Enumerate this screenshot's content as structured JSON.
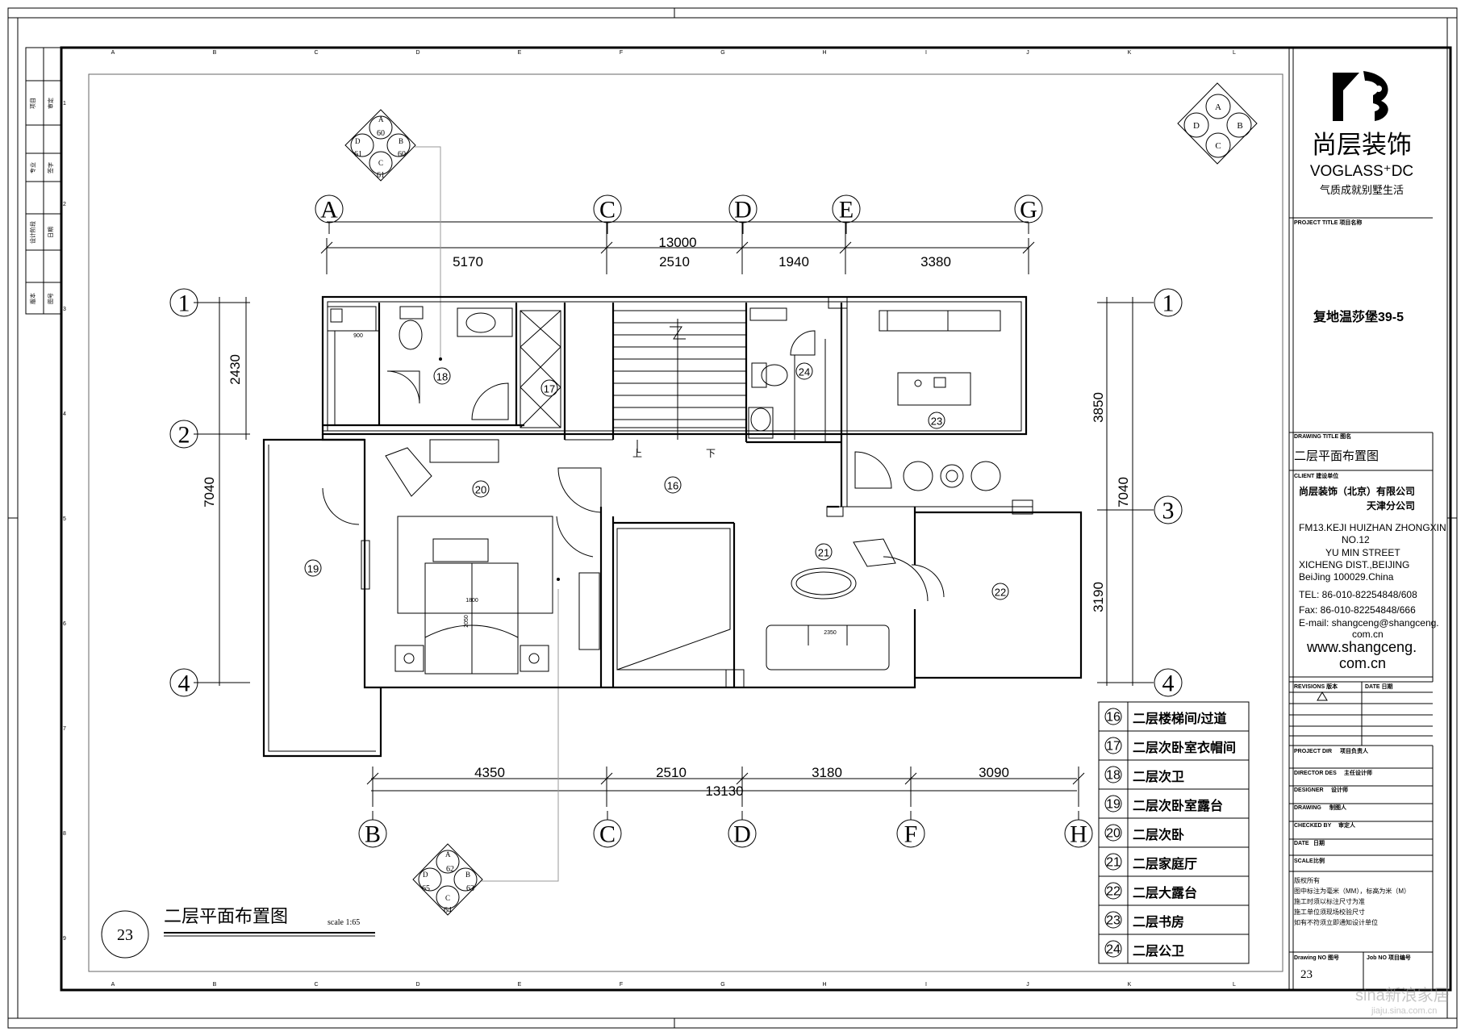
{
  "drawing": {
    "title": "二层平面布置图",
    "scale": "scale 1:65",
    "number": "23"
  },
  "grid": {
    "top_axes": [
      "A",
      "C",
      "D",
      "E",
      "G"
    ],
    "bottom_axes": [
      "B",
      "C",
      "D",
      "F",
      "H"
    ],
    "row_axes": [
      "1",
      "2",
      "3",
      "4"
    ],
    "border_cols": [
      "A",
      "B",
      "C",
      "D",
      "E",
      "F",
      "G",
      "H",
      "I",
      "J",
      "K",
      "L"
    ],
    "border_rows": [
      "1",
      "2",
      "3",
      "4",
      "5",
      "6",
      "7",
      "8",
      "9"
    ]
  },
  "dimensions": {
    "top_total": "13000",
    "top_segments": [
      "5170",
      "2510",
      "1940",
      "3380"
    ],
    "bottom_total": "13130",
    "bottom_segments": [
      "4350",
      "2510",
      "3180",
      "3090"
    ],
    "left_outer": "7040",
    "left_inner": "2430",
    "right_outer": "7040",
    "right_upper": "3850",
    "right_lower": "3190"
  },
  "rooms": [
    "16",
    "17",
    "18",
    "19",
    "20",
    "21",
    "22",
    "23",
    "24"
  ],
  "furniture_labels": {
    "bath_width": "900",
    "bed_width": "1800",
    "bed_length": "2050",
    "sofa_width": "2350",
    "stair_up": "上",
    "stair_down": "下"
  },
  "index_symbols": [
    {
      "A": "60",
      "B": "60",
      "C": "61",
      "D": "61"
    },
    {
      "A": "62",
      "B": "63",
      "C": "64",
      "D": "65"
    },
    {
      "A": "A",
      "B": "B",
      "C": "C",
      "D": "D"
    }
  ],
  "legend": [
    {
      "num": "16",
      "label": "二层楼梯间/过道"
    },
    {
      "num": "17",
      "label": "二层次卧室衣帽间"
    },
    {
      "num": "18",
      "label": "二层次卫"
    },
    {
      "num": "19",
      "label": "二层次卧室露台"
    },
    {
      "num": "20",
      "label": "二层次卧"
    },
    {
      "num": "21",
      "label": "二层家庭厅"
    },
    {
      "num": "22",
      "label": "二层大露台"
    },
    {
      "num": "23",
      "label": "二层书房"
    },
    {
      "num": "24",
      "label": "二层公卫"
    }
  ],
  "title_block": {
    "brand_cn": "尚层装饰",
    "brand_en": "VOGLASS⁺DC",
    "slogan": "气质成就别墅生活",
    "project_title_label": "PROJECT TITLE  项目名称",
    "project_name": "复地温莎堡39-5",
    "drawing_title_label": "DRAWING TITLE  图名",
    "drawing_title": "二层平面布置图",
    "client_label": "CLIENT 建设单位",
    "company_line1": "尚层装饰（北京）有限公司",
    "company_line2": "天津分公司",
    "address": [
      "FM13.KEJI HUIZHAN ZHONGXIN",
      "NO.12",
      "YU MIN   STREET",
      "XICHENG   DIST.,BEIJING",
      "BeiJing   100029.China"
    ],
    "tel": "TEL: 86-010-82254848/608",
    "fax": "Fax: 86-010-82254848/666",
    "email_line1": "E-mail: shangceng@shangceng.",
    "email_line2": "com.cn",
    "web_line1": "www.shangceng.",
    "web_line2": "com.cn",
    "revisions_label": "REVISIONS 版本",
    "date_label": "DATE 日期",
    "rows": [
      {
        "label": "PROJECT DIR",
        "value": "项目负责人"
      },
      {
        "label": "DIRECTOR DES",
        "value": "主任设计师"
      },
      {
        "label": "DESIGNER",
        "value": "设计师"
      },
      {
        "label": "DRAWING",
        "value": "制图人"
      },
      {
        "label": "CHECKED BY",
        "value": "审定人"
      },
      {
        "label": "DATE",
        "value": "日期"
      },
      {
        "label": "SCALE",
        "value": "比例"
      }
    ],
    "notes": [
      "版权所有",
      "图中标注为毫米（MM），标高为米（M）",
      "施工时须以标注尺寸为准",
      "施工单位须现场校验尺寸",
      "如有不符须立即通知设计单位"
    ],
    "drawing_no_label": "Drawing NO  图号",
    "job_no_label": "Job NO  项目编号",
    "drawing_no": "23"
  },
  "side_strip": [
    "项目",
    "审定",
    "专业",
    "签字",
    "设计阶段",
    "日期",
    "版本",
    "图号"
  ],
  "watermark": {
    "brand": "sina新浪家居",
    "url": "jiaju.sina.com.cn"
  }
}
